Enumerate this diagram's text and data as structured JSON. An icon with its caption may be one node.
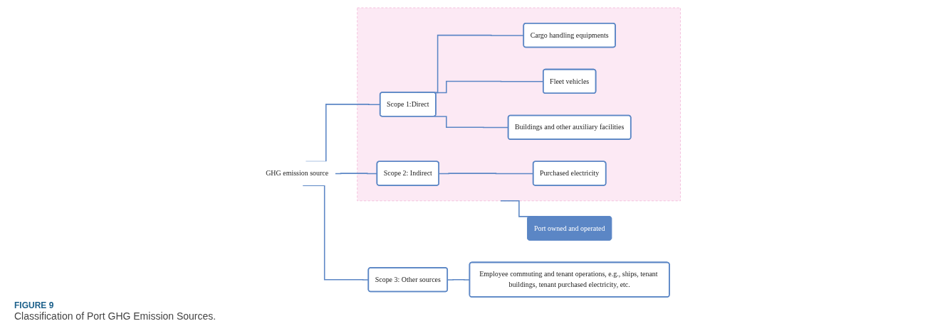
{
  "diagram": {
    "caption": "Classification of Port GHG Emission Sources.",
    "nodes": [
      {
        "text": [
          "GHG emission source"
        ]
      },
      {
        "text": [],
        "shape": "box"
      },
      {
        "text": [
          "Scope 1:Direct"
        ],
        "in": 1
      },
      {
        "text": [
          "Cargo handling equipments"
        ],
        "in": 1
      },
      {
        "text": [
          "Fleet vehicles"
        ],
        "in": 1
      },
      {
        "text": [
          "Buildings and other auxiliary facilities"
        ],
        "in": 1
      },
      {
        "text": [
          "Scope 2: Indirect"
        ],
        "in": 1
      },
      {
        "text": [
          "Purchased electricity"
        ],
        "in": 1
      },
      {
        "text": [
          "Port owned and operated"
        ]
      },
      {
        "text": [
          "Scope 3: Other sources"
        ]
      },
      {
        "text": [
          "Employee commuting and tenant operations, e.g., ships, tenant buildings, tenant purchased electricity, etc."
        ]
      }
    ],
    "edges": [
      {
        "from": 0,
        "to": 2,
        "arrow": "none"
      },
      {
        "from": 0,
        "to": 6,
        "arrow": "none"
      },
      {
        "from": 0,
        "to": 9,
        "arrow": "none"
      },
      {
        "from": 2,
        "to": 3,
        "arrow": "none"
      },
      {
        "from": 2,
        "to": 4,
        "arrow": "none"
      },
      {
        "from": 2,
        "to": 5,
        "arrow": "none"
      },
      {
        "from": 6,
        "to": 7,
        "arrow": "none"
      },
      {
        "from": 9,
        "to": 10,
        "arrow": "none"
      },
      {
        "from": 1,
        "to": 8,
        "arrow": "none"
      }
    ],
    "labels": [
      "FIGURE 9"
    ]
  }
}
